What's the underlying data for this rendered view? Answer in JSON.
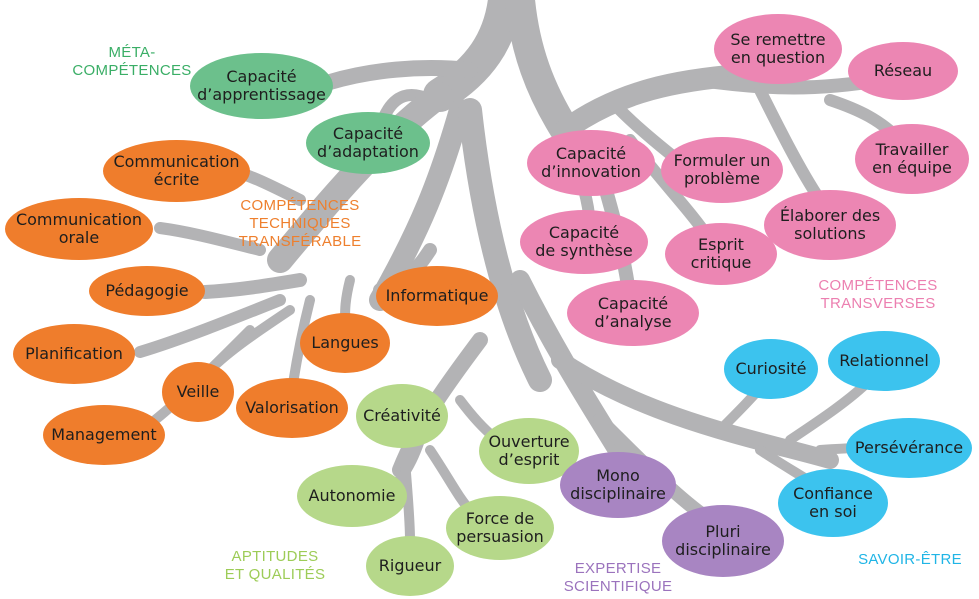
{
  "colors": {
    "meta": "#6cc08c",
    "tech": "#ef7d2c",
    "trans": "#ec86b3",
    "savoir": "#3cc3ee",
    "apt": "#b6d88a",
    "exp": "#a885c2",
    "trunk": "#b3b3b5"
  },
  "categories": {
    "meta": "MÉTA-\nCOMPÉTENCES",
    "tech": "COMPÉTENCES\nTECHNIQUES\nTRANSFÉRABLE",
    "trans": "COMPÉTENCES\nTRANSVERSES",
    "savoir": "SAVOIR-ÊTRE",
    "apt": "APTITUDES\nET QUALITÉS",
    "exp": "EXPERTISE\nSCIENTIFIQUE"
  },
  "nodes": {
    "capacite_apprentissage": "Capacité\nd’apprentissage",
    "capacite_adaptation": "Capacité\nd’adaptation",
    "communication_ecrite": "Communication\nécrite",
    "communication_orale": "Communication\norale",
    "pedagogie": "Pédagogie",
    "planification": "Planification",
    "veille": "Veille",
    "management": "Management",
    "valorisation": "Valorisation",
    "langues": "Langues",
    "informatique": "Informatique",
    "se_remettre": "Se remettre\nen question",
    "reseau": "Réseau",
    "travailler_equipe": "Travailler\nen équipe",
    "capacite_innovation": "Capacité\nd’innovation",
    "formuler_probleme": "Formuler un\nproblème",
    "elaborer_solutions": "Élaborer des\nsolutions",
    "capacite_synthese": "Capacité\nde synthèse",
    "esprit_critique": "Esprit\ncritique",
    "capacite_analyse": "Capacité\nd’analyse",
    "curiosite": "Curiosité",
    "relationnel": "Relationnel",
    "perseverance": "Persévérance",
    "confiance": "Confiance\nen soi",
    "creativite": "Créativité",
    "ouverture": "Ouverture\nd’esprit",
    "autonomie": "Autonomie",
    "force_persuasion": "Force de\npersuasion",
    "rigueur": "Rigueur",
    "mono": "Mono\ndisciplinaire",
    "pluri": "Pluri\ndisciplinaire"
  }
}
